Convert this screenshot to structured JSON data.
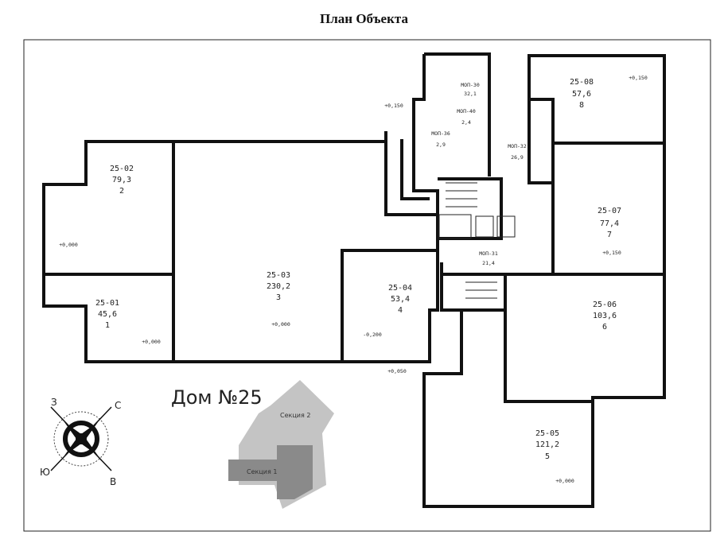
{
  "title": "План Объекта",
  "house_label": "Дом №25",
  "sections": [
    "Секция 2",
    "Секция 1"
  ],
  "compass": {
    "n": "С",
    "s": "Ю",
    "e": "В",
    "w": "З"
  },
  "rooms": [
    {
      "id": "25-01",
      "area": "45,6",
      "num": "1",
      "level": "+0,000"
    },
    {
      "id": "25-02",
      "area": "79,3",
      "num": "2",
      "level": "+0,000"
    },
    {
      "id": "25-03",
      "area": "230,2",
      "num": "3",
      "level": "+0,000"
    },
    {
      "id": "25-04",
      "area": "53,4",
      "num": "4",
      "level": "-0,200"
    },
    {
      "id": "25-05",
      "area": "121,2",
      "num": "5",
      "level": "+0,000"
    },
    {
      "id": "25-06",
      "area": "103,6",
      "num": "6"
    },
    {
      "id": "25-07",
      "area": "77,4",
      "num": "7",
      "level": "+0,150"
    },
    {
      "id": "25-08",
      "area": "57,6",
      "num": "8",
      "level": "+0,150"
    }
  ],
  "common": [
    {
      "id": "МОП-30",
      "area": "32,1"
    },
    {
      "id": "МОП-40",
      "area": "2,4"
    },
    {
      "id": "МОП-36",
      "area": "2,9"
    },
    {
      "id": "МОП-32",
      "area": "26,9"
    },
    {
      "id": "МОП-31",
      "area": "21,4"
    }
  ],
  "extra_levels": [
    "+0,150",
    "+0,050"
  ]
}
